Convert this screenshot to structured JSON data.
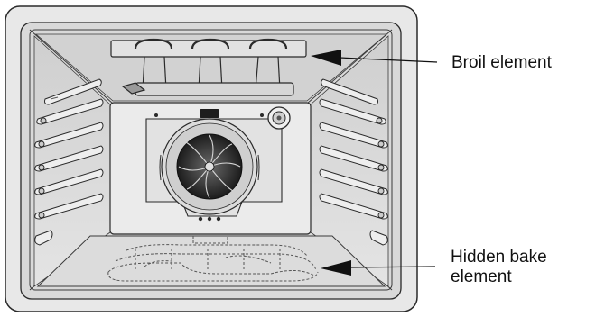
{
  "labels": {
    "broil": "Broil element",
    "bake_line1": "Hidden bake",
    "bake_line2": "element"
  },
  "colors": {
    "outline": "#2a2a2a",
    "frame_fill": "#e8e8e8",
    "cavity_fill": "#d9d9d9",
    "panel_fill": "#ebebeb",
    "shadow": "#b8b8b8"
  },
  "icons": {
    "fan": "convection-fan-icon",
    "light": "oven-light-icon",
    "broil": "broil-element-icon",
    "bake": "hidden-bake-element-icon",
    "rack_guide": "rack-guide-icon",
    "arrow": "callout-arrow-icon"
  }
}
